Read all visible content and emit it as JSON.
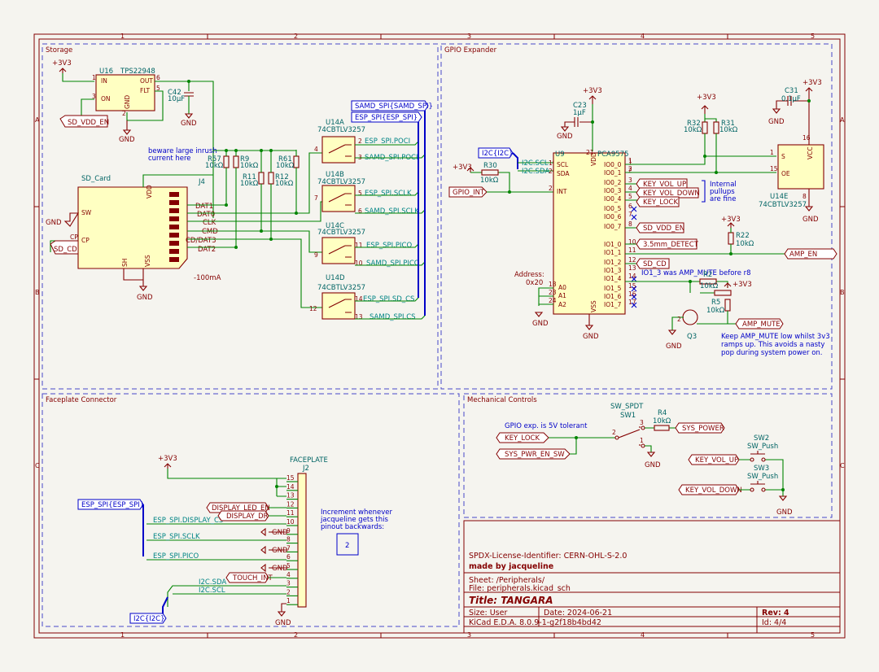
{
  "frame": {
    "cols": [
      "1",
      "2",
      "3",
      "4",
      "5"
    ],
    "rows": [
      "A",
      "B",
      "C"
    ]
  },
  "sections": {
    "storage": "Storage",
    "gpio": "GPIO Expander",
    "faceplate": "Faceplate Connector",
    "mechanical": "Mechanical Controls"
  },
  "storage": {
    "v33": "+3V3",
    "u16_ref": "U16",
    "u16_val": "TPS22948",
    "u16_in": "IN",
    "u16_on": "ON",
    "u16_out": "OUT",
    "u16_flt": "FLT",
    "u16_gnd": "GND",
    "u16_p1": "1",
    "u16_p3": "3",
    "u16_p6": "6",
    "u16_p5": "5",
    "u16_p2": "2",
    "c42": "C42",
    "c42_val": "10µF",
    "gnd": "GND",
    "sd_vdd_en": "SD_VDD_EN",
    "inrush_note": "beware large inrush",
    "inrush_note2": "current here",
    "r57": "R57",
    "r57_val": "10kΩ",
    "r9": "R9",
    "r9_val": "10kΩ",
    "r11": "R11",
    "r11_val": "10kΩ",
    "r12": "R12",
    "r12_val": "10kΩ",
    "r61": "R61",
    "r61_val": "10kΩ",
    "sd_card": "SD_Card",
    "j4": "J4",
    "vdd": "VDD",
    "sw": "SW",
    "cp": "CP",
    "sh": "SH",
    "vss": "VSS",
    "sd_cd": "SD_CD",
    "dat1": "DAT1",
    "dat0": "DAT0",
    "clk": "CLK",
    "cmd": "CMD",
    "cd_dat3": "CD/DAT3",
    "dat2": "DAT2",
    "current": "-100mA",
    "u14a": "U14A",
    "u14b": "U14B",
    "u14c": "U14C",
    "u14d": "U14D",
    "mux_val": "74CBTLV3257",
    "esp_poci": "ESP_SPI.POCI",
    "samd_poci": "SAMD_SPI.POCI",
    "esp_sclk": "ESP_SPI.SCLK",
    "samd_sclk": "SAMD_SPI.SCLK",
    "esp_pico": "ESP_SPI.PICO",
    "samd_pico": "SAMD_SPI.PICO",
    "esp_sdcs": "ESP_SPI.SD_CS",
    "samd_cs": "SAMD_SPI.CS",
    "samd_bus": "SAMD_SPI{SAMD_SPI}",
    "esp_bus": "ESP_SPI{ESP_SPI}"
  },
  "gpio": {
    "v33": "+3V3",
    "c23": "C23",
    "c23_val": "1µF",
    "gnd": "GND",
    "i2c_bus": "I2C{I2C}",
    "r30": "R30",
    "r30_val": "10kΩ",
    "gpio_int": "GPIO_INT",
    "u9": "U9",
    "u9_val": "PCA9575",
    "scl": "SCL",
    "sda": "SDA",
    "int": "INT",
    "i2c_scl": "I2C.SCL",
    "i2c_sda": "I2C.SDA",
    "vdd": "VDD",
    "vss": "VSS",
    "a0": "A0",
    "a1": "A1",
    "a2": "A2",
    "io": [
      "IO0_0",
      "IO0_1",
      "IO0_2",
      "IO0_3",
      "IO0_4",
      "IO0_5",
      "IO0_6",
      "IO0_7",
      "IO1_0",
      "IO1_1",
      "IO1_2",
      "IO1_3",
      "IO1_4",
      "IO1_5",
      "IO1_6",
      "IO1_7"
    ],
    "address": "Address:",
    "address_val": "0x20",
    "key_vol_up": "KEY_VOL_UP",
    "key_vol_down": "KEY_VOL_DOWN",
    "key_lock": "KEY_LOCK",
    "sd_vdd_en": "SD_VDD_EN",
    "detect": "3.5mm_DETECT",
    "sd_cd": "SD_CD",
    "internal_note": "Internal",
    "internal_note2": "pullups",
    "internal_note3": "are fine",
    "r32": "R32",
    "r32_val": "10kΩ",
    "r31": "R31",
    "r31_val": "10kΩ",
    "c31": "C31",
    "c31_val": "0.1µF",
    "u14e": "U14E",
    "u14e_val": "74CBTLV3257",
    "s_pin": "S",
    "oe_pin": "OE",
    "vcc": "VCC",
    "r22": "R22",
    "r22_val": "10kΩ",
    "amp_en": "AMP_EN",
    "io13_note": "IO1_3 was AMP_MUTE before r8",
    "r2": "R2",
    "r2_val": "10kΩ",
    "r5": "R5",
    "r5_val": "10kΩ",
    "q3": "Q3",
    "amp_mute": "AMP_MUTE",
    "mute_note": "Keep AMP_MUTE low whilst 3v3",
    "mute_note2": "ramps up. This avoids a nasty",
    "mute_note3": "pop during system power on."
  },
  "faceplate": {
    "v33": "+3V3",
    "j2_val": "FACEPLATE",
    "j2": "J2",
    "esp_bus": "ESP_SPI{ESP_SPI}",
    "display_led_en": "DISPLAY_LED_EN",
    "display_dr": "DISPLAY_DR",
    "esp_display_cs": "ESP_SPI.DISPLAY_CS",
    "esp_sclk": "ESP_SPI.SCLK",
    "esp_pico": "ESP_SPI.PICO",
    "touch_int": "TOUCH_INT",
    "i2c_sda": "I2C.SDA",
    "i2c_scl": "I2C.SCL",
    "i2c_bus": "I2C{I2C}",
    "gnd": "GND",
    "pins": [
      "15",
      "14",
      "13",
      "12",
      "11",
      "10",
      "9",
      "8",
      "7",
      "6",
      "5",
      "4",
      "3",
      "2",
      "1"
    ],
    "note1": "Increment whenever",
    "note2": "jacqueline gets this",
    "note3": "pinout backwards:",
    "counter": "2"
  },
  "mechanical": {
    "note": "GPIO exp. is 5V tolerant",
    "sw_spdt": "SW_SPDT",
    "sw1": "SW1",
    "r4": "R4",
    "r4_val": "10kΩ",
    "sys_power": "SYS_POWER",
    "key_lock": "KEY_LOCK",
    "sys_pwr_en_sw": "SYS_PWR_EN_SW",
    "gnd": "GND",
    "sw2": "SW2",
    "sw3": "SW3",
    "sw_push": "SW_Push",
    "key_vol_up": "KEY_VOL_UP",
    "key_vol_down": "KEY_VOL_DOWN"
  },
  "titleblock": {
    "license": "SPDX-License-Identifier: CERN-OHL-S-2.0",
    "author": "made by jacqueline",
    "sheet": "Sheet: /Peripherals/",
    "file": "File: peripherals.kicad_sch",
    "title": "Title: TANGARA",
    "size": "Size: User",
    "date": "Date: 2024-06-21",
    "rev": "Rev: 4",
    "kicad": "KiCad E.D.A. 8.0.9-1-g2f18b4bd42",
    "id": "Id: 4/4"
  }
}
